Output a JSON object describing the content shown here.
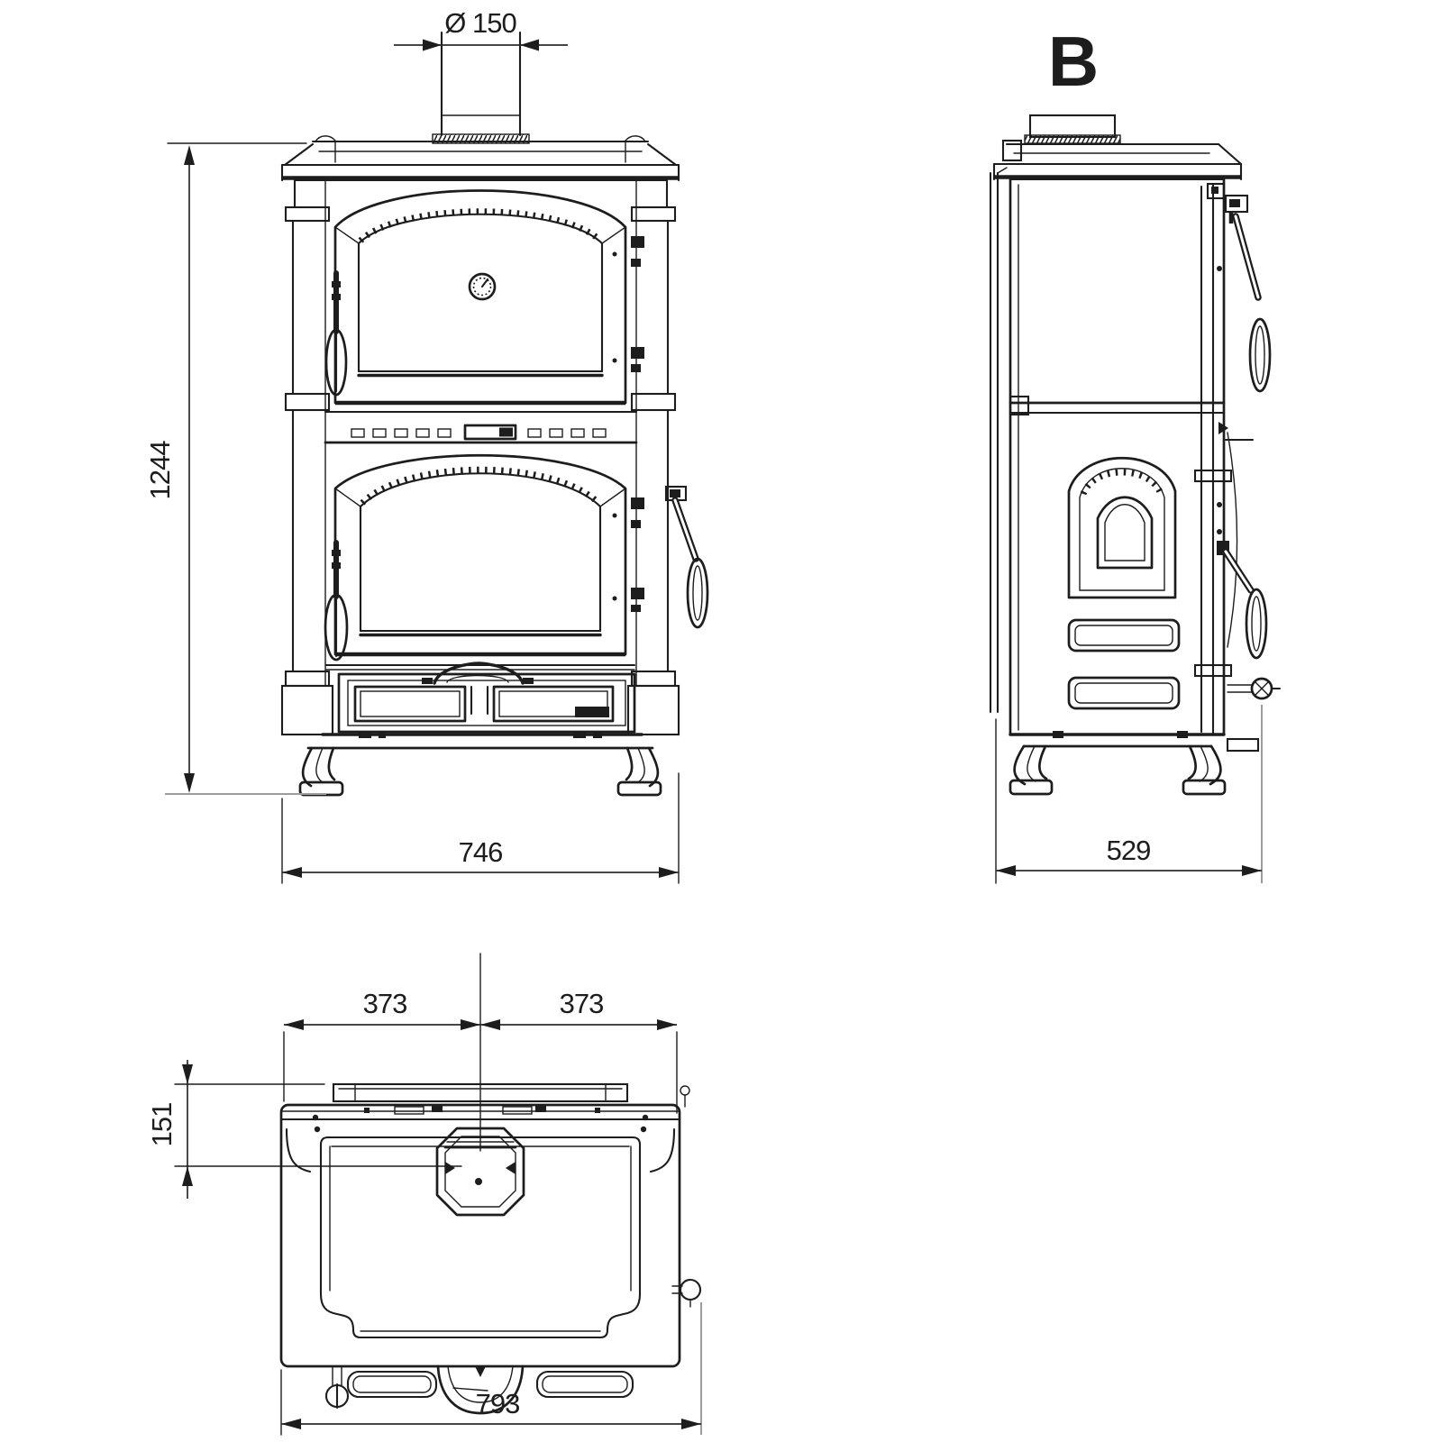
{
  "front_view": {
    "flue_diameter_label": "Ø 150",
    "height_label": "1244",
    "width_label": "746"
  },
  "side_view": {
    "view_label": "B",
    "depth_label": "529"
  },
  "top_view": {
    "left_half_label": "373",
    "right_half_label": "373",
    "offset_label": "151",
    "overall_width_label": "793"
  },
  "colors": {
    "line": "#1d1d1d",
    "light_line": "#9c9c9c",
    "background": "#ffffff"
  }
}
